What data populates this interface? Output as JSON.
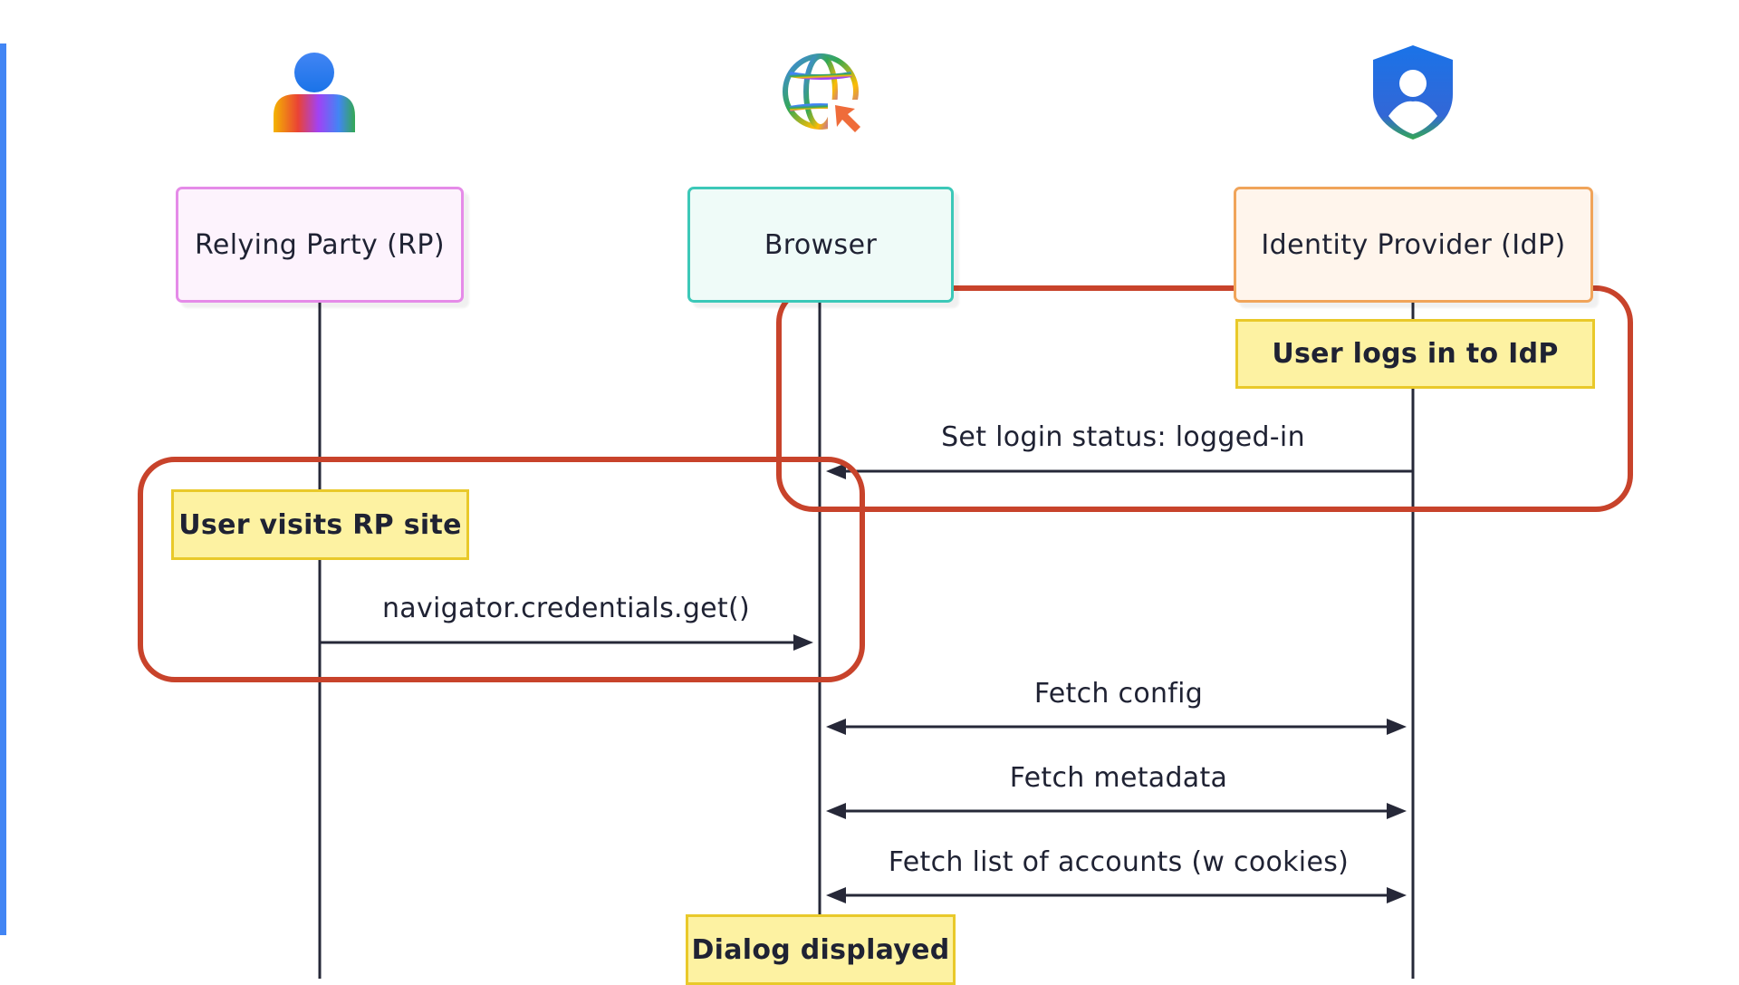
{
  "diagram": {
    "actors": [
      {
        "id": "rp",
        "label": "Relying Party (RP)",
        "icon": "person-icon",
        "border": "#e58be8",
        "fill": "#fdf3fd"
      },
      {
        "id": "browser",
        "label": "Browser",
        "icon": "globe-cursor-icon",
        "border": "#3cc8b8",
        "fill": "#effbf8"
      },
      {
        "id": "idp",
        "label": "Identity Provider (IdP)",
        "icon": "shield-user-icon",
        "border": "#f0a45a",
        "fill": "#fff5ec"
      }
    ],
    "notes": [
      {
        "label": "User logs in to IdP"
      },
      {
        "label": "User visits RP site"
      },
      {
        "label": "Dialog displayed"
      }
    ],
    "messages": [
      {
        "label": "Set login status: logged-in",
        "from": "idp",
        "to": "browser",
        "bidirectional": false
      },
      {
        "label": "navigator.credentials.get()",
        "from": "rp",
        "to": "browser",
        "bidirectional": false
      },
      {
        "label": "Fetch config",
        "from": "browser",
        "to": "idp",
        "bidirectional": true
      },
      {
        "label": "Fetch metadata",
        "from": "browser",
        "to": "idp",
        "bidirectional": true
      },
      {
        "label": "Fetch list of accounts (w cookies)",
        "from": "browser",
        "to": "idp",
        "bidirectional": true
      }
    ],
    "highlight_color": "#c8432b",
    "line_color": "#262838",
    "accent_color": "#4285f4"
  }
}
